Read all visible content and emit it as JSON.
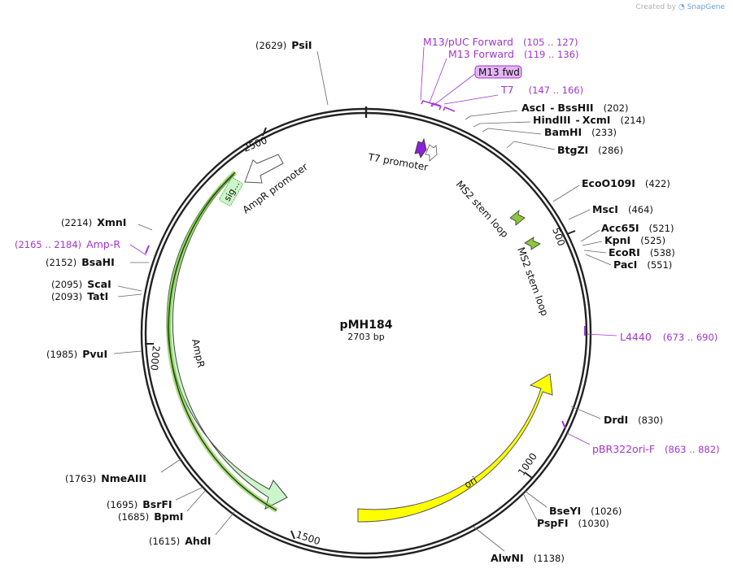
{
  "credit": {
    "text": "Created by",
    "brand": "SnapGene"
  },
  "plasmid": {
    "name": "pMH184",
    "size": "2703 bp"
  },
  "ticks": [
    "2500",
    "500",
    "2000",
    "1000",
    "1500"
  ],
  "features": {
    "sig": "sig...",
    "ampr_promoter": "AmpR promoter",
    "ampr": "AmpR",
    "ori": "ori",
    "t7_promoter": "T7 promoter",
    "ms2_1": "MS2 stem loop",
    "ms2_2": "MS2 stem loop"
  },
  "sites": {
    "psii": {
      "name": "PsiI",
      "pos": "(2629)"
    },
    "asci": {
      "name": "AscI",
      "sep": "-",
      "name2": "BssHII",
      "pos": "(202)"
    },
    "hindiii": {
      "name": "HindIII",
      "sep": "-",
      "name2": "XcmI",
      "pos": "(214)"
    },
    "bamhi": {
      "name": "BamHI",
      "pos": "(233)"
    },
    "btgzi": {
      "name": "BtgZI",
      "pos": "(286)"
    },
    "ecoo109i": {
      "name": "EcoO109I",
      "pos": "(422)"
    },
    "msci": {
      "name": "MscI",
      "pos": "(464)"
    },
    "acc65i": {
      "name": "Acc65I",
      "pos": "(521)"
    },
    "kpni": {
      "name": "KpnI",
      "pos": "(525)"
    },
    "ecori": {
      "name": "EcoRI",
      "pos": "(538)"
    },
    "paci": {
      "name": "PacI",
      "pos": "(551)"
    },
    "drdi": {
      "name": "DrdI",
      "pos": "(830)"
    },
    "bseyi": {
      "name": "BseYI",
      "pos": "(1026)"
    },
    "pspfi": {
      "name": "PspFI",
      "pos": "(1030)"
    },
    "alwni": {
      "name": "AlwNI",
      "pos": "(1138)"
    },
    "xmni": {
      "name": "XmnI",
      "pos": "(2214)"
    },
    "bsahi": {
      "name": "BsaHI",
      "pos": "(2152)"
    },
    "scai": {
      "name": "ScaI",
      "pos": "(2095)"
    },
    "tati": {
      "name": "TatI",
      "pos": "(2093)"
    },
    "pvui": {
      "name": "PvuI",
      "pos": "(1985)"
    },
    "nmeaiii": {
      "name": "NmeAIII",
      "pos": "(1763)"
    },
    "bsrfi": {
      "name": "BsrFI",
      "pos": "(1695)"
    },
    "bpmi": {
      "name": "BpmI",
      "pos": "(1685)"
    },
    "ahdi": {
      "name": "AhdI",
      "pos": "(1615)"
    }
  },
  "primers": {
    "m13puc": {
      "name": "M13/pUC Forward",
      "range": "(105 .. 127)"
    },
    "m13": {
      "name": "M13 Forward",
      "range": "(119 .. 136)"
    },
    "m13fwd": {
      "name": "M13 fwd"
    },
    "t7": {
      "name": "T7",
      "range": "(147 .. 166)"
    },
    "l4440": {
      "name": "L4440",
      "range": "(673 .. 690)"
    },
    "pbr322ori": {
      "name": "pBR322ori-F",
      "range": "(863 .. 882)"
    },
    "ampr": {
      "name": "Amp-R",
      "range": "(2165 .. 2184)"
    }
  },
  "colors": {
    "primer": "#a335d1",
    "ampr_fill": "#ccf5c9",
    "ori_fill": "#ffff00",
    "ms2_fill": "#8dc63f",
    "t7_fill": "#8a22d8",
    "m13fwd_badge": "#e4b6f5"
  }
}
